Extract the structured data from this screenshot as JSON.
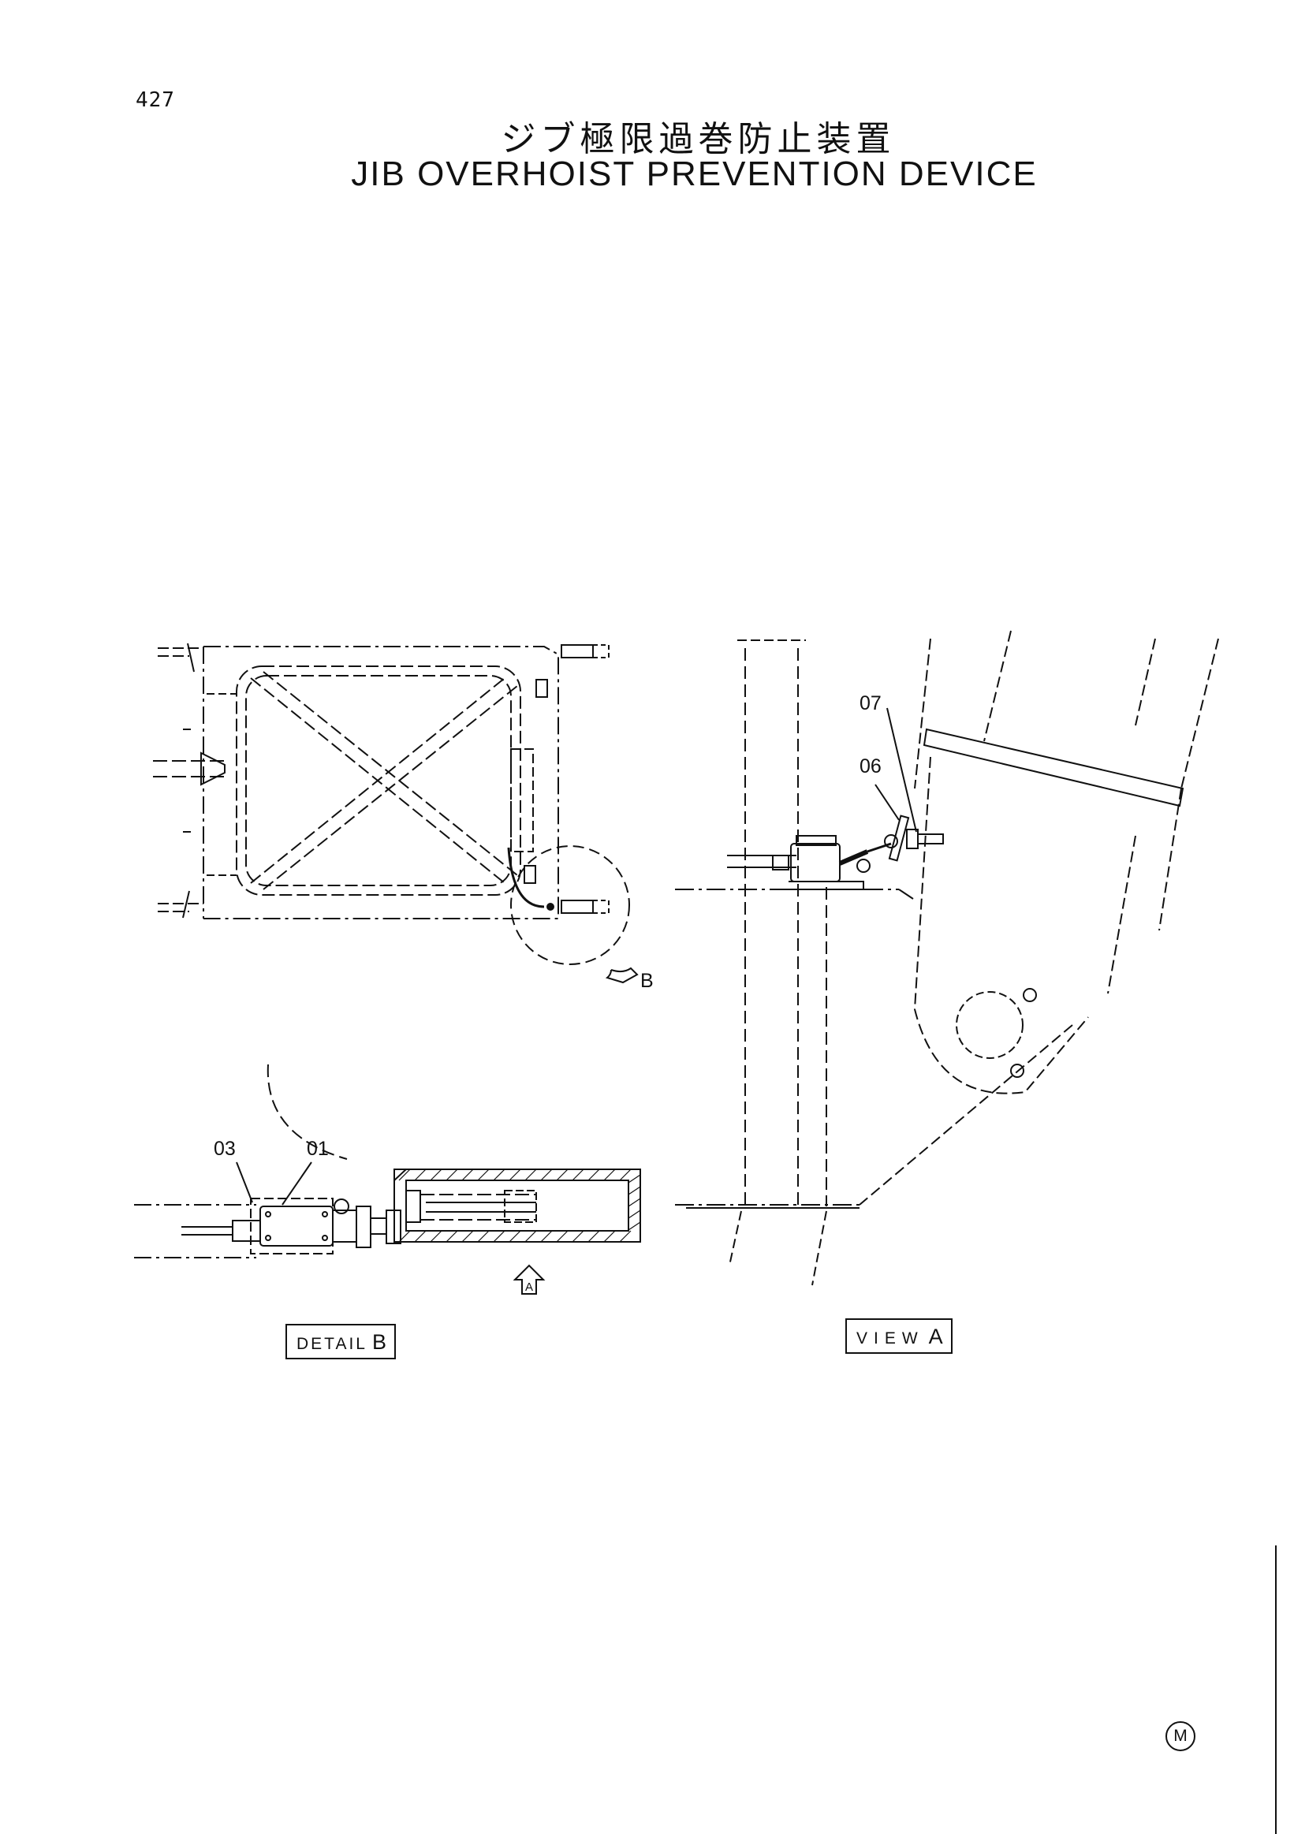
{
  "page_number": "427",
  "title_japanese": "ジブ極限過巻防止装置",
  "title_english": "JIB OVERHOIST PREVENTION DEVICE",
  "callouts": {
    "b": "B",
    "p07": "07",
    "p06": "06",
    "p03": "03",
    "p01": "01",
    "view_arrow": "A"
  },
  "detail_label": {
    "text": "DETAIL",
    "letter": "B"
  },
  "view_label": {
    "text": "VIEW",
    "letter": "A"
  },
  "maker_mark": "M"
}
